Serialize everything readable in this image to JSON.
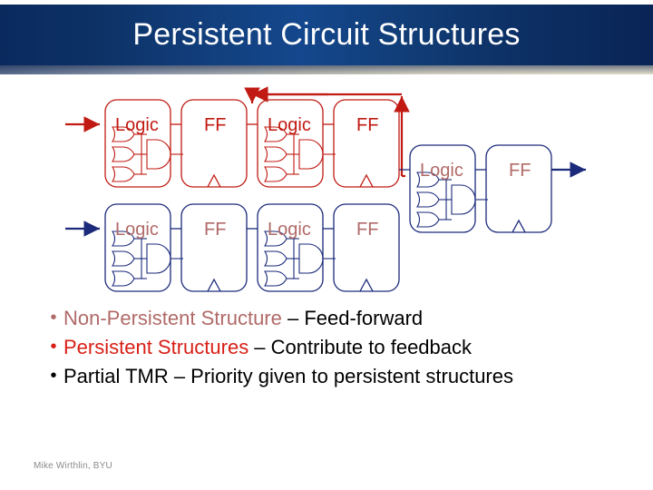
{
  "slide": {
    "title": "Persistent Circuit Structures",
    "footer": "Mike Wirthlin, BYU"
  },
  "colors": {
    "banner_dark": "#0a2a5e",
    "banner_light": "#14478d",
    "persistent_red": "#c01a12",
    "nonpersistent_navy": "#1b2a7a",
    "label_rose": "#b06a68",
    "text_black": "#000000",
    "footer_gray": "#8a8a8a"
  },
  "diagram": {
    "rows": [
      {
        "name": "persistent-row",
        "color": "#c01a12",
        "has_feedback": true,
        "blocks": [
          {
            "type": "logic",
            "label": "Logic"
          },
          {
            "type": "ff",
            "label": "FF"
          },
          {
            "type": "logic",
            "label": "Logic"
          },
          {
            "type": "ff",
            "label": "FF"
          }
        ]
      },
      {
        "name": "nonpersistent-row",
        "color": "#1b2a7a",
        "has_feedback": false,
        "blocks": [
          {
            "type": "logic",
            "label": "Logic"
          },
          {
            "type": "ff",
            "label": "FF"
          },
          {
            "type": "logic",
            "label": "Logic"
          },
          {
            "type": "ff",
            "label": "FF"
          }
        ]
      },
      {
        "name": "output-row",
        "color": "#1b2a7a",
        "has_feedback": false,
        "blocks": [
          {
            "type": "logic",
            "label": "Logic"
          },
          {
            "type": "ff",
            "label": "FF"
          }
        ]
      }
    ]
  },
  "bullets": [
    {
      "marker": "•",
      "marker_color": "rose",
      "highlight": "Non-Persistent Structure",
      "highlight_color": "rose",
      "rest": " – Feed-forward"
    },
    {
      "marker": "•",
      "marker_color": "red",
      "highlight": "Persistent Structures",
      "highlight_color": "red",
      "rest": " – Contribute to feedback"
    },
    {
      "marker": "•",
      "marker_color": "black",
      "highlight": "",
      "highlight_color": "black",
      "rest": "Partial TMR – Priority given to persistent structures"
    }
  ]
}
